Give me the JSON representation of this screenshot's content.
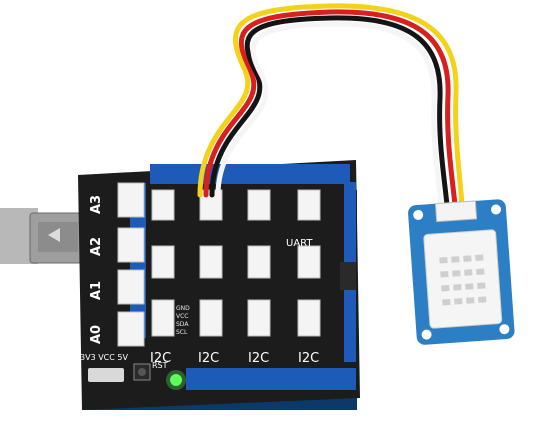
{
  "shield": {
    "port_labels": [
      "A3",
      "A2",
      "A1",
      "A0"
    ],
    "uart_label": "UART",
    "i2c_labels": [
      "I2C",
      "I2C",
      "I2C",
      "I2C"
    ],
    "pin_labels": [
      "GND",
      "VCC",
      "SDA",
      "SCL"
    ],
    "rst_label": "RST",
    "power_label": "3V3 VCC 5V"
  },
  "colors": {
    "board": "#1c1c1c",
    "header": "#1e5bb8",
    "connector": "#f4f4f4",
    "sensor_pcb": "#2c7fc4",
    "sensor_body": "#f5f5f5",
    "usb": "#a8a8a8",
    "wire_red": "#d92020",
    "wire_black": "#141414",
    "wire_yellow": "#f2d21a",
    "wire_white": "#f5f5f5",
    "led": "#5cff5c"
  }
}
